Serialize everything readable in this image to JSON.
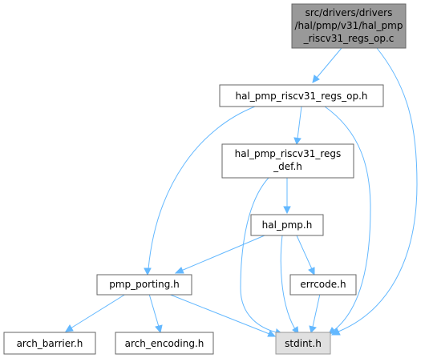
{
  "colors": {
    "root_fill": "#999999",
    "node_fill": "#ffffff",
    "system_fill": "#e0e0e0",
    "node_border": "#666666",
    "system_border": "#999999",
    "edge": "#63b8ff",
    "text": "#000000"
  },
  "nodes": {
    "root": {
      "line1": "src/drivers/drivers",
      "line2": "/hal/pmp/v31/hal_pmp",
      "line3": "_riscv31_regs_op.c"
    },
    "regs_op_h": {
      "label": "hal_pmp_riscv31_regs_op.h"
    },
    "regs_def_h": {
      "line1": "hal_pmp_riscv31_regs",
      "line2": "_def.h"
    },
    "hal_pmp_h": {
      "label": "hal_pmp.h"
    },
    "pmp_porting_h": {
      "label": "pmp_porting.h"
    },
    "errcode_h": {
      "label": "errcode.h"
    },
    "arch_barrier_h": {
      "label": "arch_barrier.h"
    },
    "arch_encoding_h": {
      "label": "arch_encoding.h"
    },
    "stdint_h": {
      "label": "stdint.h"
    }
  },
  "edges": [
    {
      "from": "root",
      "to": "regs_op_h"
    },
    {
      "from": "root",
      "to": "stdint_h"
    },
    {
      "from": "regs_op_h",
      "to": "regs_def_h"
    },
    {
      "from": "regs_op_h",
      "to": "pmp_porting_h"
    },
    {
      "from": "regs_op_h",
      "to": "stdint_h"
    },
    {
      "from": "regs_def_h",
      "to": "hal_pmp_h"
    },
    {
      "from": "regs_def_h",
      "to": "stdint_h"
    },
    {
      "from": "hal_pmp_h",
      "to": "pmp_porting_h"
    },
    {
      "from": "hal_pmp_h",
      "to": "errcode_h"
    },
    {
      "from": "hal_pmp_h",
      "to": "stdint_h"
    },
    {
      "from": "pmp_porting_h",
      "to": "arch_barrier_h"
    },
    {
      "from": "pmp_porting_h",
      "to": "arch_encoding_h"
    },
    {
      "from": "pmp_porting_h",
      "to": "stdint_h"
    },
    {
      "from": "errcode_h",
      "to": "stdint_h"
    }
  ]
}
